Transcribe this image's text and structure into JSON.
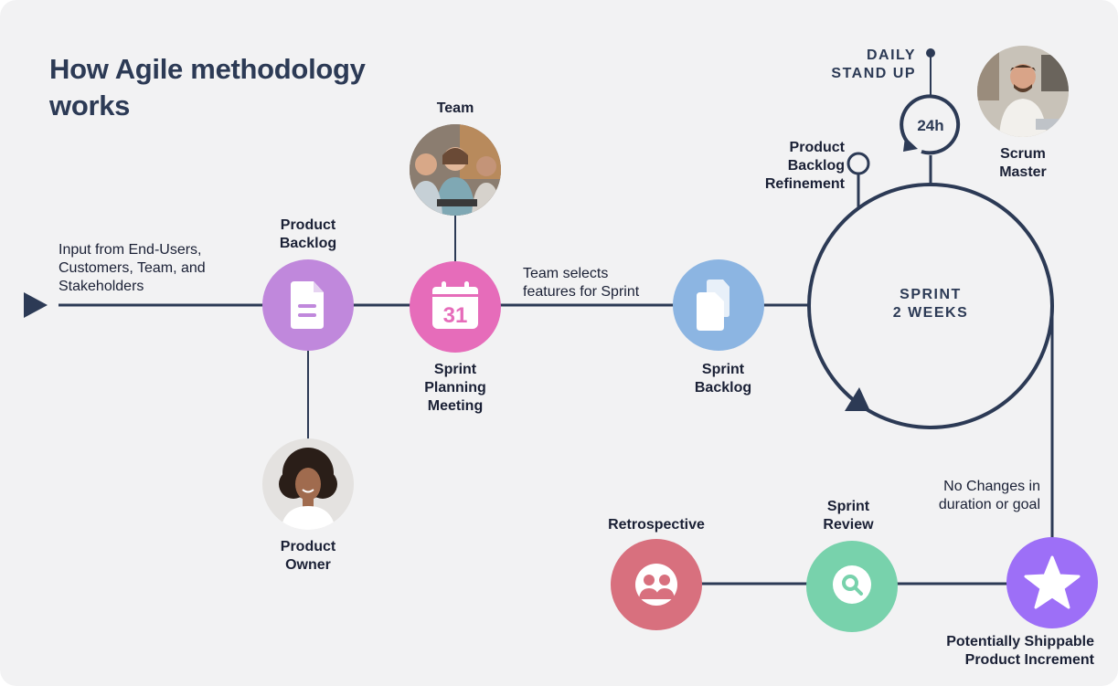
{
  "title": "How Agile methodology works",
  "input_text": "Input from End-Users,\nCustomers, Team, and\nStakeholders",
  "team_selects_text": "Team selects\nfeatures for Sprint",
  "no_changes_text": "No Changes in\nduration or goal",
  "daily_standup": "DAILY\nSTAND UP",
  "timer_label": "24h",
  "calendar_day": "31",
  "sprint_center": "SPRINT\n2 WEEKS",
  "nodes": {
    "product_backlog": "Product\nBacklog",
    "product_owner": "Product\nOwner",
    "team": "Team",
    "sprint_planning": "Sprint\nPlanning\nMeeting",
    "sprint_backlog": "Sprint\nBacklog",
    "backlog_refinement": "Product\nBacklog\nRefinement",
    "scrum_master": "Scrum\nMaster",
    "retrospective": "Retrospective",
    "sprint_review": "Sprint\nReview",
    "increment": "Potentially Shippable\nProduct Increment"
  },
  "colors": {
    "background": "#f2f2f3",
    "line": "#2c3a55",
    "product_backlog": "#c088dc",
    "sprint_planning": "#e66cba",
    "sprint_backlog": "#8cb5e2",
    "retrospective": "#d8707e",
    "sprint_review": "#78d2ac",
    "increment": "#9d6ff7"
  },
  "icons": {
    "product_backlog": "document-icon",
    "sprint_planning": "calendar-icon",
    "sprint_backlog": "copy-icon",
    "retrospective": "people-icon",
    "sprint_review": "search-icon",
    "increment": "star-icon"
  }
}
